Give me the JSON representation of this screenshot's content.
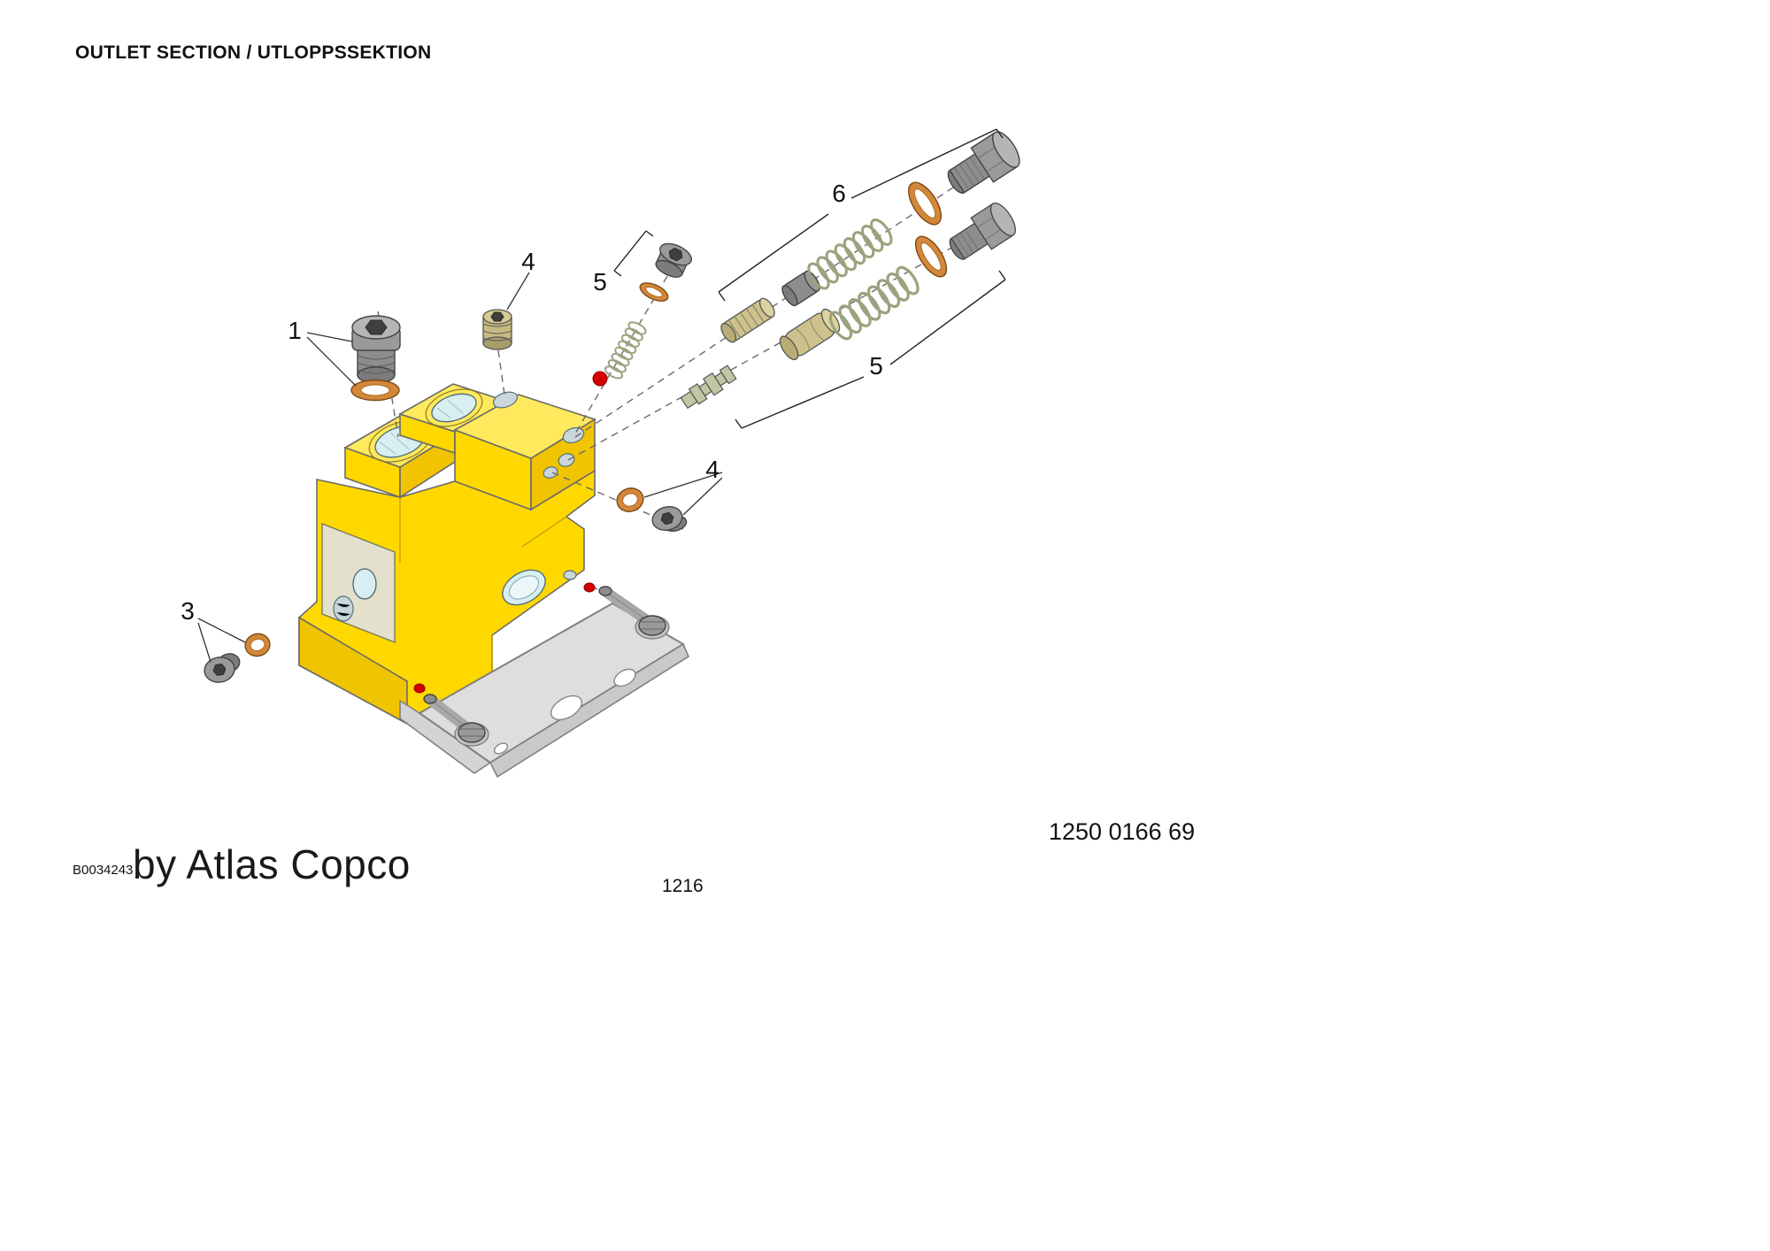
{
  "header": {
    "title": "OUTLET SECTION / UTLOPPSSEKTION"
  },
  "footer": {
    "document_number": "1250 0166 69",
    "figure_code": "B0034243",
    "brand_line": "by Atlas Copco",
    "page_number": "1216"
  },
  "callouts": {
    "item1": "1",
    "item3": "3",
    "item4_top": "4",
    "item4_right": "4",
    "item5_left": "5",
    "item5_right": "5",
    "item6": "6"
  },
  "colors": {
    "valve_body": "#FFD800",
    "copper_seal": "#D2873A",
    "steel_plug": "#9A9A9A",
    "spring": "#9AA37E",
    "marker_red": "#D40000",
    "bracket_gray": "#DEDEDE"
  }
}
